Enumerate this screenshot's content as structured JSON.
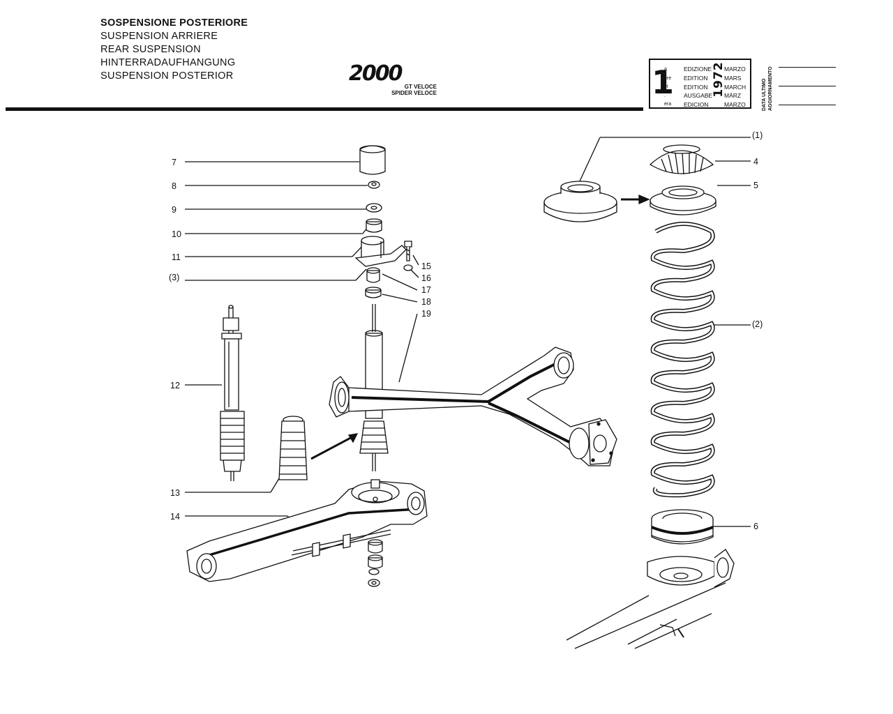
{
  "header": {
    "titles": [
      "SOSPENSIONE POSTERIORE",
      "SUSPENSION ARRIERE",
      "REAR SUSPENSION",
      "HINTERRADAUFHANGUNG",
      "SUSPENSION POSTERIOR"
    ],
    "model_logo": "2000",
    "model_variants": [
      "GT VELOCE",
      "SPIDER VELOCE"
    ]
  },
  "edition_box": {
    "number": "1",
    "suffixes": [
      "a",
      "ere",
      "st",
      ".",
      "era"
    ],
    "labels": [
      "EDIZIONE",
      "EDITION",
      "EDITION",
      "AUSGABE",
      "EDICION"
    ],
    "months": [
      "MARZO",
      "MARS",
      "MARCH",
      "MÄRZ",
      "MARZO"
    ],
    "year": "1972"
  },
  "update_label": [
    "DATA ULTIMO",
    "AGGIORNAMENTO"
  ],
  "callouts": {
    "c7": "7",
    "c8": "8",
    "c9": "9",
    "c10": "10",
    "c11": "11",
    "c3": "(3)",
    "c12": "12",
    "c13": "13",
    "c14": "14",
    "c15": "15",
    "c16": "16",
    "c17": "17",
    "c18": "18",
    "c19": "19",
    "c1": "(1)",
    "c4": "4",
    "c5": "5",
    "c2": "(2)",
    "c6": "6"
  }
}
